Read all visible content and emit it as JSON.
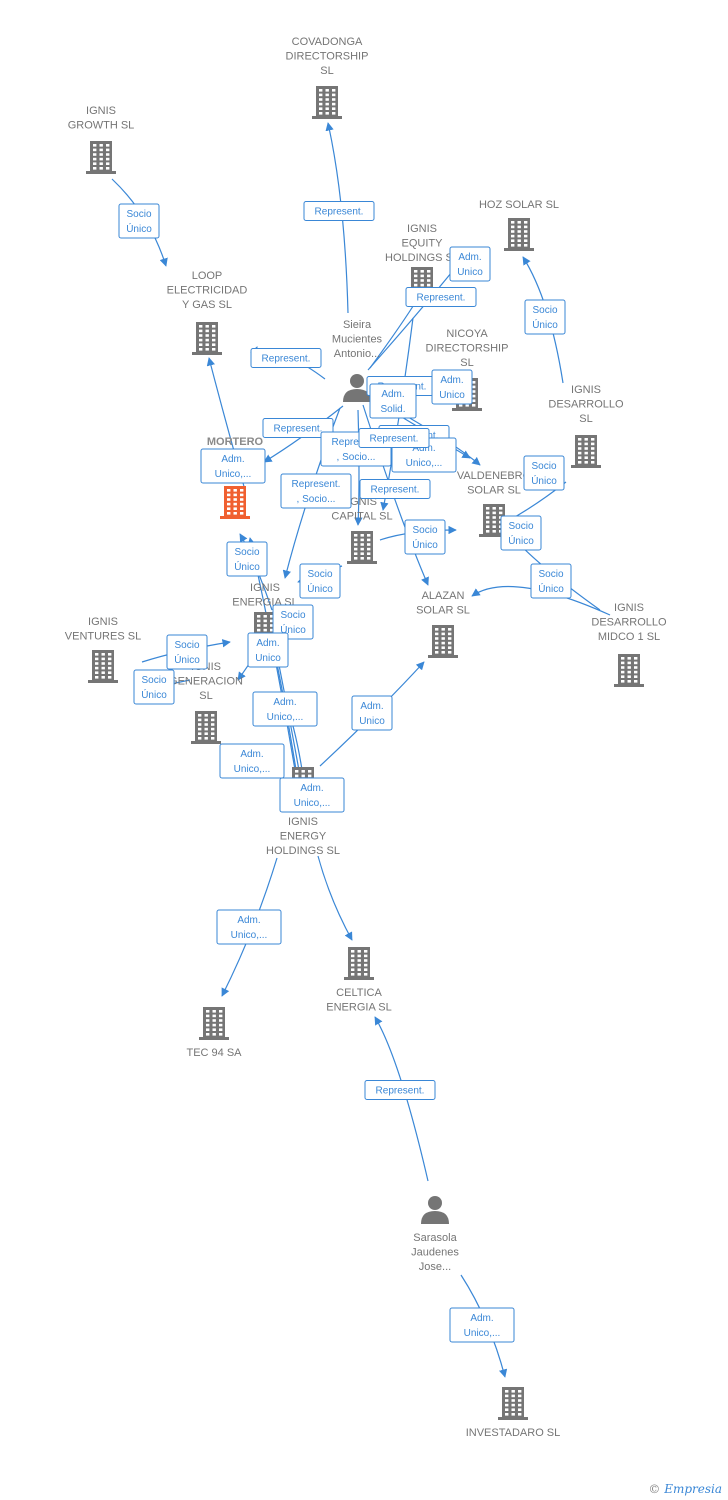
{
  "colors": {
    "edge": "#3a87d6",
    "building": "#757575",
    "focus": "#f06030",
    "person": "#757575"
  },
  "nodes": [
    {
      "id": "covadonga",
      "kind": "company",
      "lines": [
        "COVADONGA",
        "DIRECTORSHIP",
        "SL"
      ]
    },
    {
      "id": "ignis_growth",
      "kind": "company",
      "lines": [
        "IGNIS",
        "GROWTH  SL"
      ]
    },
    {
      "id": "loop",
      "kind": "company",
      "lines": [
        "LOOP",
        "ELECTRICIDAD",
        "Y GAS  SL"
      ]
    },
    {
      "id": "ignis_equity",
      "kind": "company",
      "lines": [
        "IGNIS",
        "EQUITY",
        "HOLDINGS  SL"
      ]
    },
    {
      "id": "hoz_solar",
      "kind": "company",
      "lines": [
        "HOZ SOLAR SL"
      ]
    },
    {
      "id": "sieira",
      "kind": "person",
      "lines": [
        "Sieira",
        "Mucientes",
        "Antonio..."
      ]
    },
    {
      "id": "nicoya",
      "kind": "company",
      "lines": [
        "NICOYA",
        "DIRECTORSHIP",
        "SL"
      ]
    },
    {
      "id": "ignis_desarrollo",
      "kind": "company",
      "lines": [
        "IGNIS",
        "DESARROLLO",
        "SL"
      ]
    },
    {
      "id": "mortero",
      "kind": "focus",
      "lines": [
        "MORTERO"
      ]
    },
    {
      "id": "valdenebro",
      "kind": "company",
      "lines": [
        "VALDENEBRO",
        "SOLAR SL"
      ]
    },
    {
      "id": "ignis_capital",
      "kind": "company",
      "lines": [
        "IGNIS",
        "CAPITAL  SL"
      ]
    },
    {
      "id": "ignis_energia",
      "kind": "company",
      "lines": [
        "IGNIS",
        "ENERGIA  SL"
      ]
    },
    {
      "id": "alazan",
      "kind": "company",
      "lines": [
        "ALAZAN",
        "SOLAR  SL"
      ]
    },
    {
      "id": "ignis_desarrollo_midco",
      "kind": "company",
      "lines": [
        "IGNIS",
        "DESARROLLO",
        "MIDCO 1  SL"
      ]
    },
    {
      "id": "ignis_ventures",
      "kind": "company",
      "lines": [
        "IGNIS",
        "VENTURES  SL"
      ]
    },
    {
      "id": "ignis_generacion",
      "kind": "company",
      "lines": [
        "IGNIS",
        "GENERACION",
        "SL"
      ]
    },
    {
      "id": "ignis_energy_holdings",
      "kind": "company",
      "lines": [
        "IGNIS",
        "ENERGY",
        "HOLDINGS  SL"
      ]
    },
    {
      "id": "celtica",
      "kind": "company",
      "lines": [
        "CELTICA",
        "ENERGIA SL"
      ]
    },
    {
      "id": "tec94",
      "kind": "company",
      "lines": [
        "TEC 94 SA"
      ]
    },
    {
      "id": "sarasola",
      "kind": "person",
      "lines": [
        "Sarasola",
        "Jaudenes",
        "Jose..."
      ]
    },
    {
      "id": "investadaro",
      "kind": "company",
      "lines": [
        "INVESTADARO SL"
      ]
    }
  ],
  "edges": [
    {
      "from": "ignis_growth",
      "to": "loop",
      "label": [
        "Socio",
        "Único"
      ]
    },
    {
      "from": "sieira",
      "to": "covadonga",
      "label": [
        "Represent."
      ]
    },
    {
      "from": "sieira",
      "to": "loop",
      "label": [
        "Represent."
      ]
    },
    {
      "from": "sieira",
      "to": "ignis_equity",
      "label": [
        "Adm.",
        "Unico"
      ]
    },
    {
      "from": "sieira",
      "to": "ignis_equity",
      "label": [
        "Represent."
      ]
    },
    {
      "from": "ignis_desarrollo",
      "to": "hoz_solar",
      "label": [
        "Socio",
        "Único"
      ]
    },
    {
      "from": "sieira",
      "to": "mortero",
      "label": [
        "Represent."
      ]
    },
    {
      "from": "sieira",
      "to": "nicoya",
      "label": [
        "Represent."
      ]
    },
    {
      "from": "sieira",
      "to": "nicoya",
      "label": [
        "Adm.",
        "Solid."
      ]
    },
    {
      "from": "sieira",
      "to": "nicoya",
      "label": [
        "Adm.",
        "Unico"
      ]
    },
    {
      "from": "sieira",
      "to": "ignis_capital",
      "label": [
        "Represent.",
        ", Socio..."
      ]
    },
    {
      "from": "sieira",
      "to": "ignis_energia",
      "label": [
        "Represent.",
        ", Socio..."
      ]
    },
    {
      "from": "sieira",
      "to": "valdenebro",
      "label": [
        "Represent."
      ]
    },
    {
      "from": "sieira",
      "to": "valdenebro",
      "label": [
        "Adm.",
        "Unico,..."
      ]
    },
    {
      "from": "sieira",
      "to": "alazan",
      "label": [
        "Represent."
      ]
    },
    {
      "from": "ignis_equity",
      "to": "valdenebro",
      "label": [
        "Represent."
      ]
    },
    {
      "from": "mortero",
      "to": "loop",
      "label": [
        "Adm.",
        "Unico,..."
      ]
    },
    {
      "from": "ignis_desarrollo",
      "to": "valdenebro",
      "label": [
        "Socio",
        "Único"
      ]
    },
    {
      "from": "ignis_desarrollo_midco",
      "to": "alazan",
      "label": [
        "Socio",
        "Único"
      ]
    },
    {
      "from": "ignis_desarrollo_midco",
      "to": "valdenebro",
      "label": [
        "Socio",
        "Único"
      ]
    },
    {
      "from": "ignis_capital",
      "to": "alazan",
      "label": [
        "Socio",
        "Único"
      ]
    },
    {
      "from": "ignis_capital",
      "to": "ignis_energia",
      "label": [
        "Socio",
        "Único"
      ]
    },
    {
      "from": "ignis_energia",
      "to": "mortero",
      "label": [
        "Socio",
        "Único"
      ]
    },
    {
      "from": "ignis_energia",
      "to": "ignis_generacion",
      "label": [
        "Socio",
        "Único"
      ]
    },
    {
      "from": "ignis_ventures",
      "to": "ignis_energia",
      "label": [
        "Socio",
        "Único"
      ]
    },
    {
      "from": "ignis_generacion",
      "to": "ignis_ventures",
      "label": [
        "Socio",
        "Único"
      ]
    },
    {
      "from": "ignis_energy_holdings",
      "to": "ignis_energia",
      "label": [
        "Adm.",
        "Unico"
      ]
    },
    {
      "from": "ignis_energy_holdings",
      "to": "ignis_energia",
      "label": [
        "Adm.",
        "Unico,..."
      ]
    },
    {
      "from": "ignis_energy_holdings",
      "to": "ignis_energia",
      "label": [
        "Adm.",
        "Unico,..."
      ]
    },
    {
      "from": "ignis_energy_holdings",
      "to": "alazan",
      "label": [
        "Adm.",
        "Unico"
      ]
    },
    {
      "from": "ignis_energy_holdings",
      "to": "mortero",
      "label": [
        "Adm.",
        "Unico,..."
      ]
    },
    {
      "from": "ignis_energy_holdings",
      "to": "tec94",
      "label": [
        "Adm.",
        "Unico,..."
      ]
    },
    {
      "from": "ignis_energy_holdings",
      "to": "celtica",
      "label": []
    },
    {
      "from": "sarasola",
      "to": "celtica",
      "label": [
        "Represent."
      ]
    },
    {
      "from": "sarasola",
      "to": "investadaro",
      "label": [
        "Adm.",
        "Unico,..."
      ]
    }
  ],
  "footer": {
    "symbol": "©",
    "brand": "Empresia"
  }
}
